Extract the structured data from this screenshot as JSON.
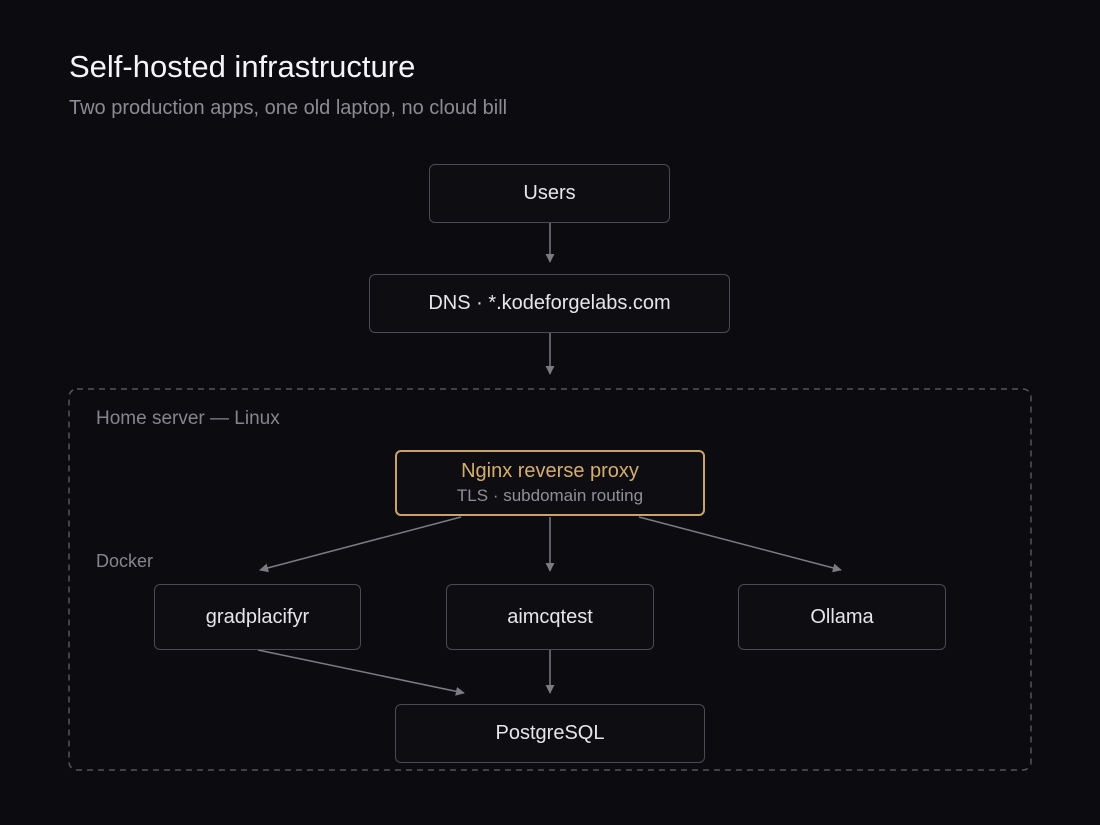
{
  "title": "Self-hosted infrastructure",
  "subtitle": "Two production apps, one old laptop, no cloud bill",
  "nodes": {
    "users": "Users",
    "dns": "DNS · *.kodeforgelabs.com",
    "nginx": "Nginx reverse proxy",
    "nginx_sub": "TLS · subdomain routing",
    "gradplacifyr": "gradplacifyr",
    "aimcqtest": "aimcqtest",
    "ollama": "Ollama",
    "postgres": "PostgreSQL"
  },
  "groups": {
    "server": "Home server — Linux",
    "docker": "Docker"
  },
  "colors": {
    "background": "#0c0c10",
    "border": "#4a4a52",
    "highlight": "#c9a46a",
    "edge": "#7b7b83"
  }
}
